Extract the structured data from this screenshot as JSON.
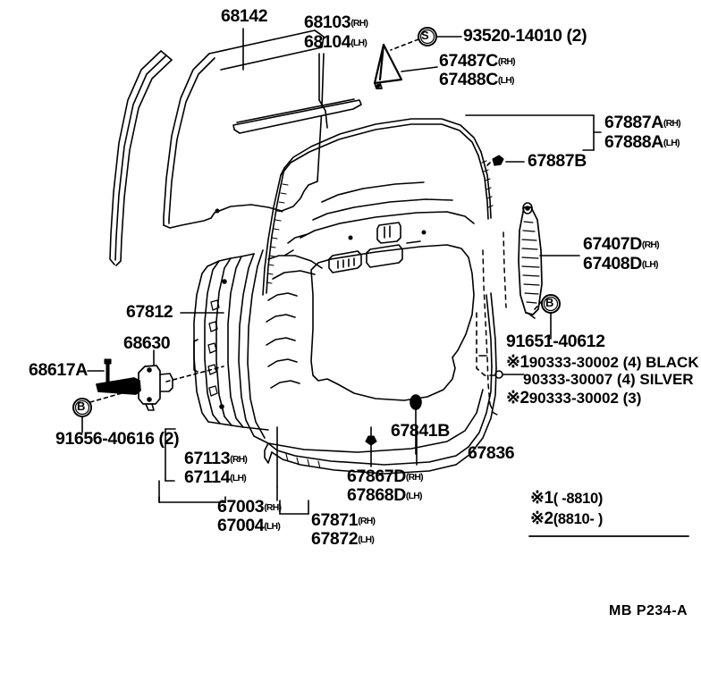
{
  "diagram": {
    "title": "Toyota rear door panel & weatherstrip parts diagram",
    "sheet_code": "MB P234-A",
    "stroke_color": "#000000",
    "background_color": "#ffffff"
  },
  "labels": {
    "p68142": "68142",
    "p68103": "68103",
    "p68103_sfx": "(RH)",
    "p68104": "68104",
    "p68104_sfx": "(LH)",
    "p93520": "93520-14010 (2)",
    "p67487C": "67487C",
    "p67487C_sfx": "(RH)",
    "p67488C": "67488C",
    "p67488C_sfx": "(LH)",
    "p67887A": "67887A",
    "p67887A_sfx": "(RH)",
    "p67888A": "67888A",
    "p67888A_sfx": "(LH)",
    "p67887B": "67887B",
    "p67407D": "67407D",
    "p67407D_sfx": "(RH)",
    "p67408D": "67408D",
    "p67408D_sfx": "(LH)",
    "p91651": "91651-40612",
    "p90333_black": "90333-30002 (4) BLACK",
    "p90333_silver": "90333-30007 (4) SILVER",
    "p90333_three": "90333-30002 (3)",
    "star1_mark": "※1",
    "star2_mark": "※2",
    "p67812": "67812",
    "p68630": "68630",
    "p68617A": "68617A",
    "p91656": "91656-40616 (2)",
    "p67113": "67113",
    "p67113_sfx": "(RH)",
    "p67114": "67114",
    "p67114_sfx": "(LH)",
    "p67003": "67003",
    "p67003_sfx": "(RH)",
    "p67004": "67004",
    "p67004_sfx": "(LH)",
    "p67867D": "67867D",
    "p67867D_sfx": "(RH)",
    "p67868D": "67868D",
    "p67868D_sfx": "(LH)",
    "p67871": "67871",
    "p67871_sfx": "(RH)",
    "p67872": "67872",
    "p67872_sfx": "(LH)",
    "p67841B": "67841B",
    "p67836": "67836",
    "symbol_S": "S",
    "symbol_B1": "B",
    "symbol_B2": "B"
  },
  "footnotes": {
    "note1_mark": "※1",
    "note1_text": "(       -8810)",
    "note2_mark": "※2",
    "note2_text": "(8810-         )"
  },
  "footer": {
    "sheet_code": "MB P234-A"
  }
}
